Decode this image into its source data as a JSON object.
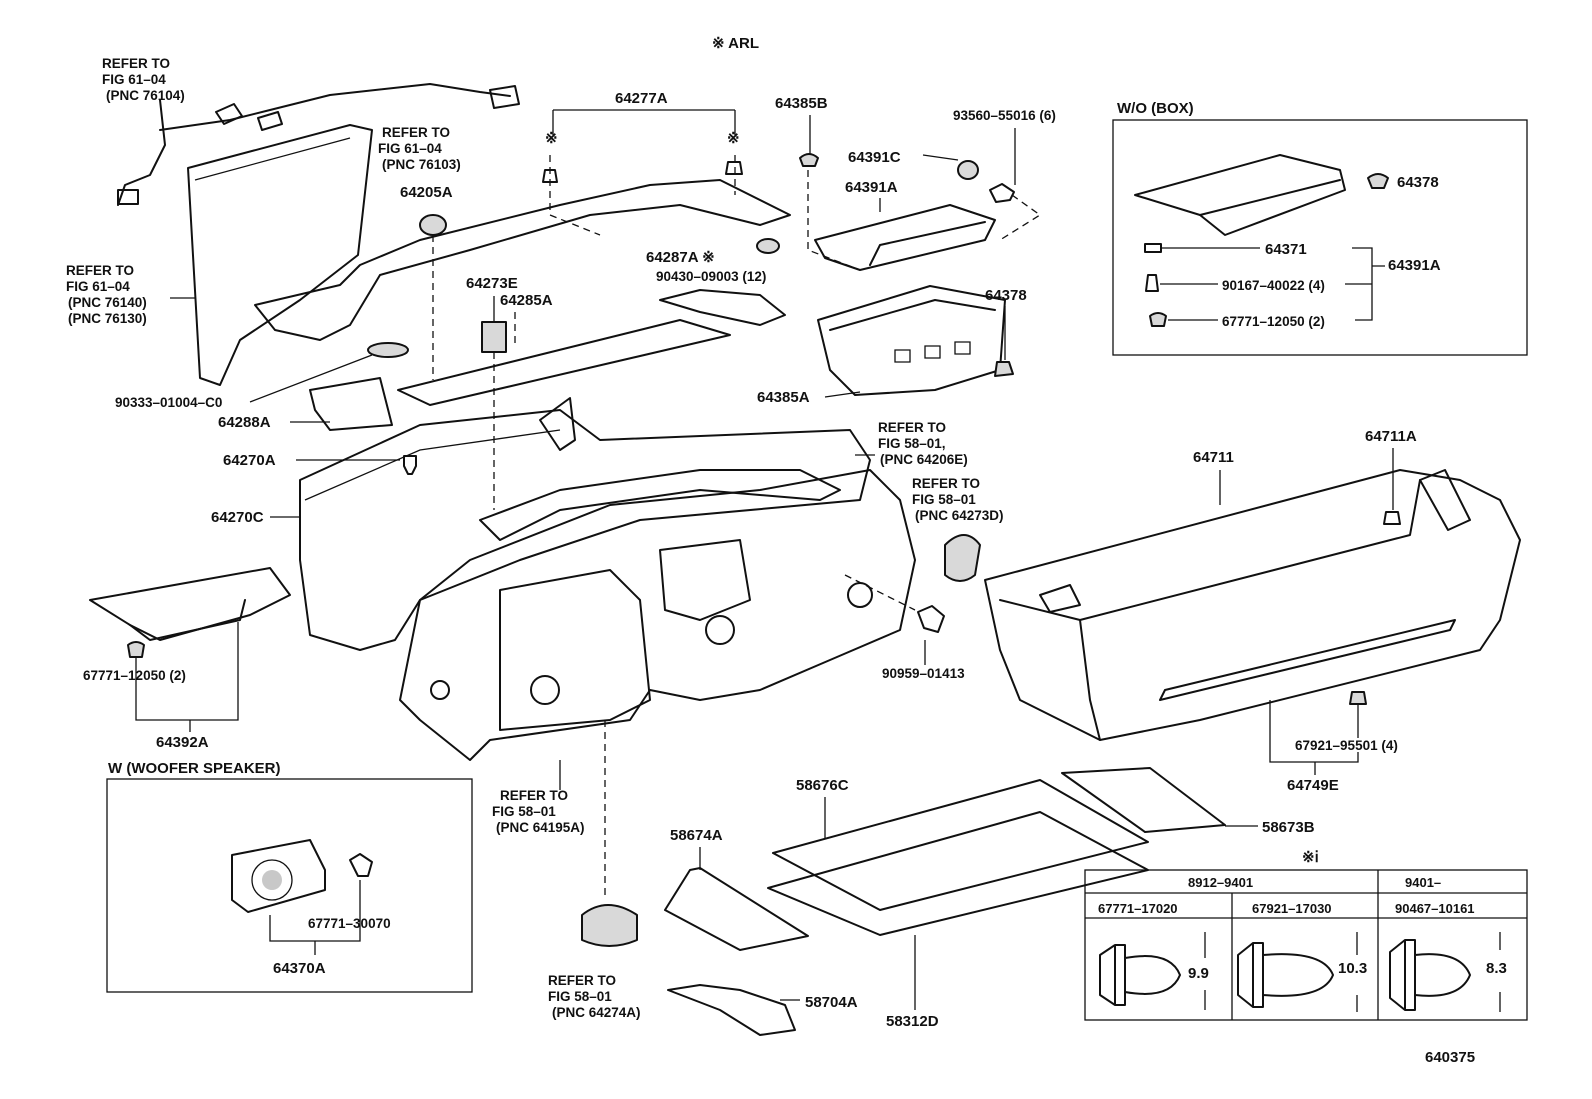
{
  "header": {
    "note": "※ ARL",
    "figure_number": "640375"
  },
  "part_labels": {
    "p64277A": "64277A",
    "p64385B": "64385B",
    "p93560": "93560–55016 (6)",
    "p64391C": "64391C",
    "p64391A_top": "64391A",
    "p64205A": "64205A",
    "p64287A": "64287A ※",
    "p90430": "90430–09003 (12)",
    "p64273E": "64273E",
    "p64285A": "64285A",
    "p64378_mid": "64378",
    "p90333": "90333–01004–C0",
    "p64385A": "64385A",
    "p64288A": "64288A",
    "p64270A": "64270A",
    "p64270C": "64270C",
    "p64711": "64711",
    "p64711A": "64711A",
    "p90959": "90959–01413",
    "p67771_12050_left": "67771–12050 (2)",
    "p64392A": "64392A",
    "p67921_95501": "67921–95501 (4)",
    "p64749E": "64749E",
    "p58676C": "58676C",
    "p58673B": "58673B",
    "p58674A": "58674A",
    "p58704A": "58704A",
    "p58312D": "58312D",
    "star_left": "※",
    "star_right": "※"
  },
  "refer_notes": [
    {
      "line1": "REFER TO",
      "line2": "FIG 61–04",
      "line3": "(PNC 76104)"
    },
    {
      "line1": "REFER TO",
      "line2": "FIG 61–04",
      "line3": "(PNC 76103)"
    },
    {
      "line1": "REFER TO",
      "line2": "FIG 61–04",
      "line3": "(PNC 76140)",
      "line4": "(PNC 76130)"
    },
    {
      "line1": "REFER TO",
      "line2": "FIG 58–01,",
      "line3": "(PNC 64206E)"
    },
    {
      "line1": "REFER TO",
      "line2": "FIG 58–01",
      "line3": "(PNC 64273D)"
    },
    {
      "line1": "REFER TO",
      "line2": "FIG 58–01",
      "line3": "(PNC 64195A)"
    },
    {
      "line1": "REFER TO",
      "line2": "FIG 58–01",
      "line3": "(PNC 64274A)"
    }
  ],
  "wo_box": {
    "title": "W/O (BOX)",
    "p64378": "64378",
    "p64371": "64371",
    "p64391A": "64391A",
    "p90167": "90167–40022 (4)",
    "p67771_12050": "67771–12050 (2)"
  },
  "woofer_box": {
    "title": "W (WOOFER SPEAKER)",
    "p67771_30070": "67771–30070",
    "p64370A": "64370A"
  },
  "clip_table": {
    "marker": "※ⅰ",
    "headers": [
      "8912–9401",
      "9401–"
    ],
    "parts": [
      "67771–17020",
      "67921–17030",
      "90467–10161"
    ],
    "dims": [
      "9.9",
      "10.3",
      "8.3"
    ]
  }
}
